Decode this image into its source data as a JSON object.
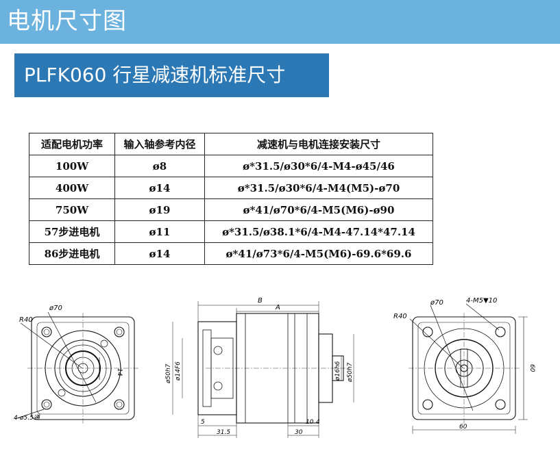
{
  "header": {
    "title": "电机尺寸图"
  },
  "subheader": {
    "title": "PLFK060 行星减速机标准尺寸"
  },
  "table": {
    "headers": [
      "适配电机功率",
      "输入轴参考内径",
      "减速机与电机连接安装尺寸"
    ],
    "rows": [
      [
        "100W",
        "ø8",
        "ø*31.5/ø30*6/4-M4-ø45/46"
      ],
      [
        "400W",
        "ø14",
        "ø*31.5/ø30*6/4-M4(M5)-ø70"
      ],
      [
        "750W",
        "ø19",
        "ø*41/ø70*6/4-M5(M6)-ø90"
      ],
      [
        "57步进电机",
        "ø11",
        "ø*31.5/ø38.1*6/4-M4-47.14*47.14"
      ],
      [
        "86步进电机",
        "ø14",
        "ø*41/ø73*6/4-M5(M6)-69.6*69.6"
      ]
    ]
  },
  "drawing_left": {
    "phi70": "ø70",
    "r40": "R40",
    "holes": "4-ø5.5通",
    "key": "14"
  },
  "drawing_middle": {
    "b": "B",
    "a": "A",
    "d50a": "ø50h7",
    "d14": "ø14F6",
    "d16": "ø16h6",
    "d50b": "ø50h7",
    "dim5": "5",
    "dim315": "31.5",
    "dim10": "10",
    "dim4": "4",
    "dim30": "30"
  },
  "drawing_right": {
    "phi70": "ø70",
    "thread": "4-M5▼10",
    "r40": "R40",
    "w60": "60",
    "h60": "60"
  }
}
